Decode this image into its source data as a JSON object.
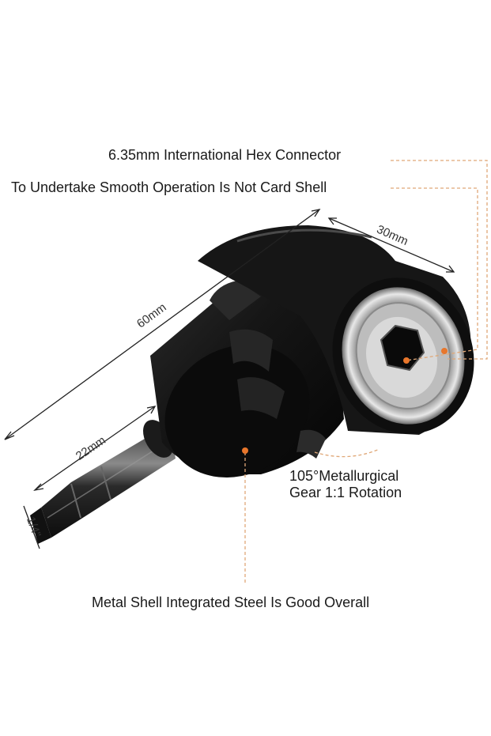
{
  "labels": {
    "hex_connector": "6.35mm International Hex Connector",
    "smooth_operation": "To Undertake Smooth Operation Is Not Card Shell",
    "gear_line1": "105°Metallurgical",
    "gear_line2": "Gear 1:1 Rotation",
    "metal_shell": "Metal Shell Integrated Steel Is Good Overall"
  },
  "dimensions": {
    "length": "60mm",
    "head_width": "30mm",
    "shank_length": "22mm",
    "shank_size": "1/4\""
  },
  "colors": {
    "accent": "#e8762b",
    "leader": "#e0a878",
    "body": "#141414",
    "text": "#1a1a1a"
  }
}
